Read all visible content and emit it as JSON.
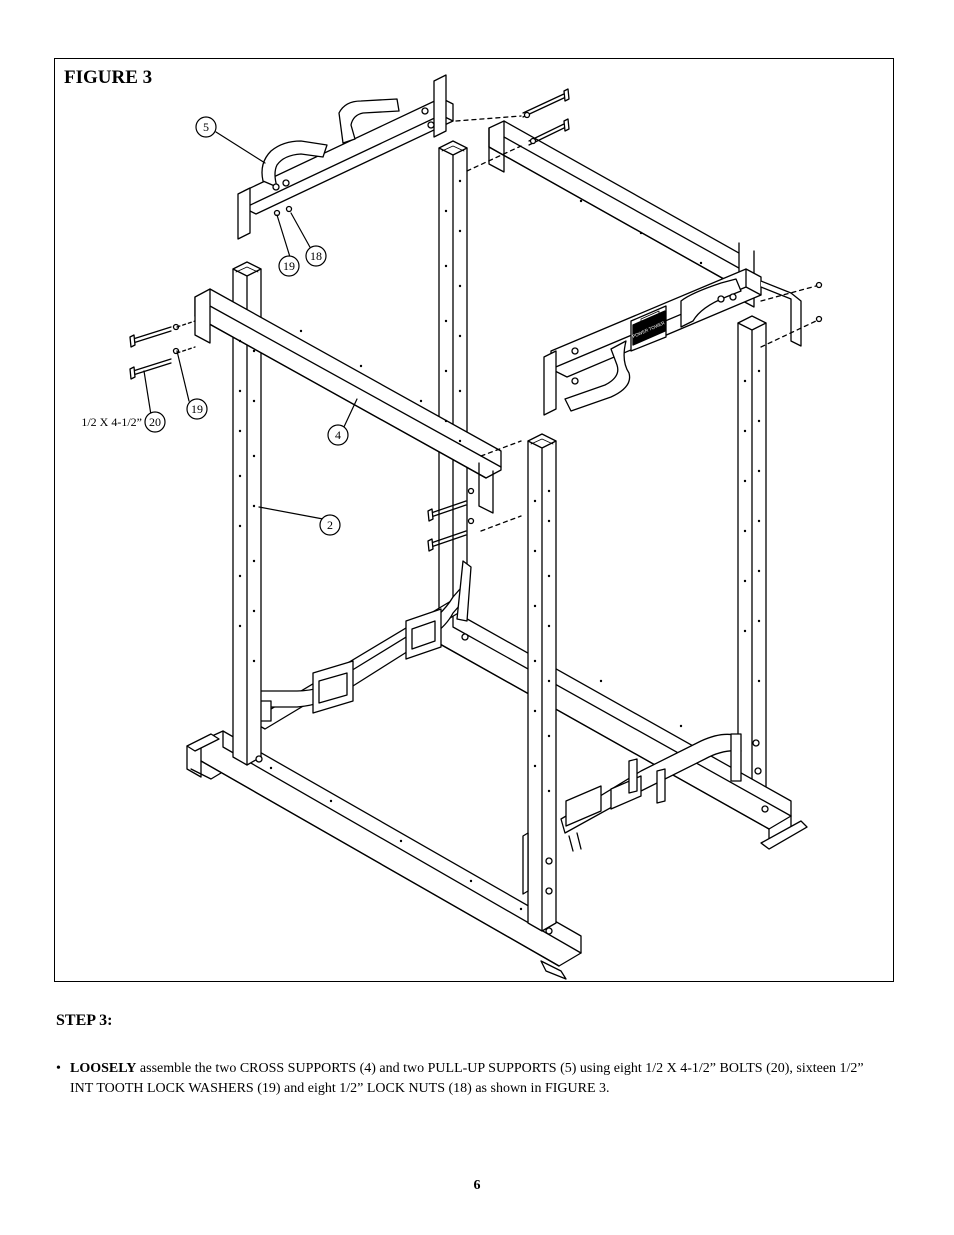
{
  "figure": {
    "title": "FIGURE  3",
    "callouts": [
      {
        "id": "callout-5",
        "label": "5"
      },
      {
        "id": "callout-19-top",
        "label": "19"
      },
      {
        "id": "callout-18",
        "label": "18"
      },
      {
        "id": "callout-19-left",
        "label": "19"
      },
      {
        "id": "callout-20",
        "label": "20"
      },
      {
        "id": "callout-4",
        "label": "4"
      },
      {
        "id": "callout-2",
        "label": "2"
      }
    ],
    "bolt_size_label": "1/2 X 4-1/2”",
    "brand_plate_text": "POWER TOWER"
  },
  "step": {
    "heading": "STEP 3:",
    "bullet": "•",
    "emphasis": "LOOSELY",
    "text": " assemble the two CROSS SUPPORTS (4) and two PULL-UP SUPPORTS (5) using eight 1/2 X 4-1/2” BOLTS (20), sixteen  1/2” INT TOOTH LOCK WASHERS (19) and eight 1/2” LOCK NUTS (18) as shown in FIGURE 3."
  },
  "page_number": "6"
}
